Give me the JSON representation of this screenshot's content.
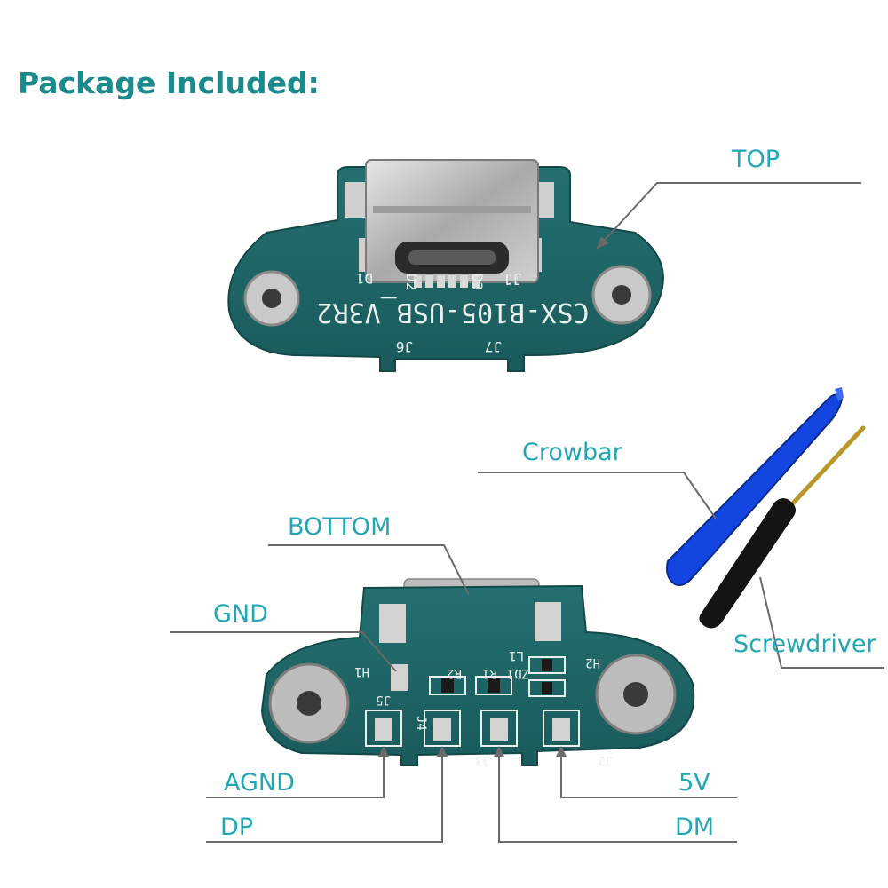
{
  "heading": "Package Included:",
  "labels": {
    "top": "TOP",
    "crowbar": "Crowbar",
    "bottom": "BOTTOM",
    "gnd": "GND",
    "screwdriver": "Screwdriver",
    "agnd": "AGND",
    "five_v": "5V",
    "dp": "DP",
    "dm": "DM"
  },
  "top_board": {
    "model": "CSX-B105-USB_V3R2",
    "j1": "J1",
    "d1": "D1",
    "d2": "D2",
    "d3": "D3",
    "j6": "J6",
    "j7": "J7"
  },
  "bottom_board": {
    "h1": "H1",
    "h2": "H2",
    "j2": "J2",
    "j3": "J3",
    "j4": "J4",
    "j5": "J5",
    "r1": "R1",
    "r2": "R2",
    "zd1": "ZD1",
    "l1": "L1"
  },
  "colors": {
    "heading": "#1a8a8c",
    "label": "#22a7b4",
    "pcb": "#1f6b6a",
    "crowbar": "#1346e0",
    "screwdriver_handle": "#111111"
  }
}
